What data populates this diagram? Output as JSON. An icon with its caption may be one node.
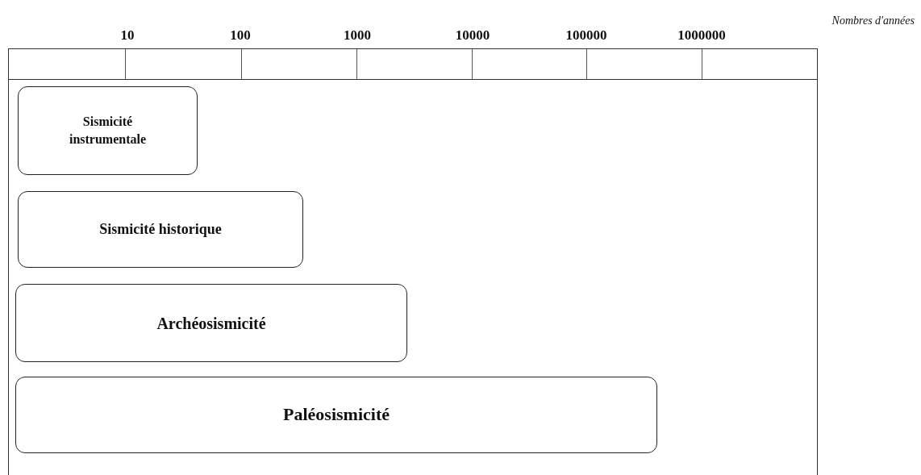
{
  "diagram": {
    "nodes": [
      {
        "text": [
          "Sismicité instrumentale"
        ]
      },
      {
        "text": [
          "Sismicité historique"
        ]
      },
      {
        "text": [
          "Archéosismicité"
        ]
      },
      {
        "text": [
          "Paléosismicité"
        ]
      }
    ],
    "labels": [
      "Nombres d'années",
      "10",
      "100",
      "1000",
      "10000",
      "100000",
      "1000000"
    ]
  }
}
